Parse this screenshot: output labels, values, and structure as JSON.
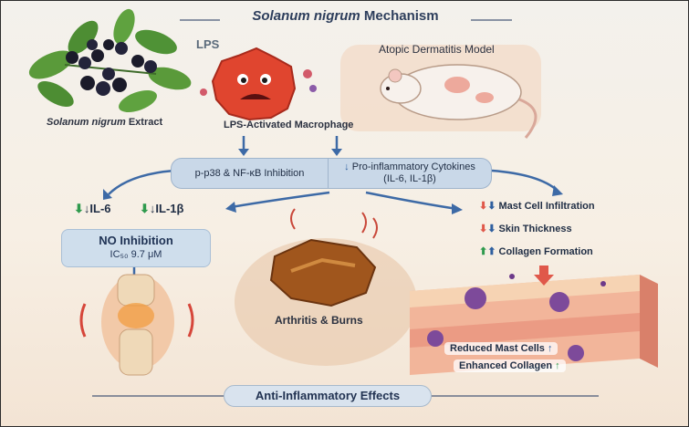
{
  "title": {
    "italic": "Solanum nigrum",
    "plain": " Mechanism"
  },
  "labels": {
    "extract_italic": "Solanum nigrum",
    "extract_plain": " Extract",
    "lps": "LPS",
    "macrophage": "LPS-Activated Macrophage",
    "atopic": "Atopic Dermatitis Model"
  },
  "pathway": {
    "inhibition": "p-p38 & NF-κB Inhibition",
    "cytokines_arrow": "↓",
    "cytokines_line1": "Pro-inflammatory Cytokines",
    "cytokines_line2": "(IL-6, IL-1β)"
  },
  "left_effects": {
    "il6": "↓IL-6",
    "il1b": "↓IL-1β",
    "no_title": "NO Inhibition",
    "no_ic50": "IC₅₀ 9.7 μM"
  },
  "middle": {
    "arthritis": "Arthritis & Burns"
  },
  "right_effects": {
    "mast": "Mast Cell Infiltration",
    "skin": "Skin Thickness",
    "collagen": "Collagen Formation",
    "reduced_mast": "Reduced Mast Cells",
    "enhanced_collagen": "Enhanced Collagen"
  },
  "footer": "Anti-Inflammatory Effects",
  "colors": {
    "red_arrow": "#e0584a",
    "blue_arrow": "#2f5f9f",
    "green_arrow": "#2f9a4d",
    "pill": "#c9d8e8",
    "macrophage": "#e0452f",
    "berry": "#1b1b2a"
  }
}
